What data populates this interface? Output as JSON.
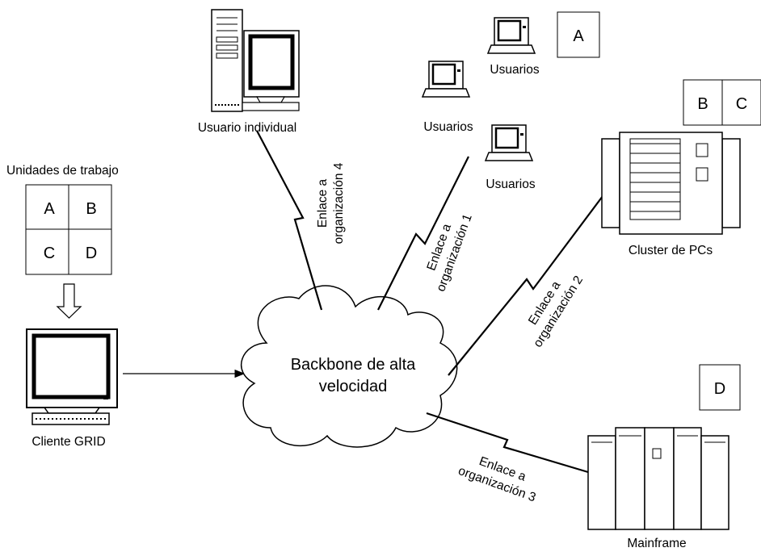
{
  "work_units": {
    "title": "Unidades de trabajo",
    "cells": [
      "A",
      "B",
      "C",
      "D"
    ]
  },
  "nodes": {
    "grid_client": "Cliente GRID",
    "individual_user": "Usuario individual",
    "users_1": "Usuarios",
    "users_2": "Usuarios",
    "users_3": "Usuarios",
    "cluster": "Cluster de PCs",
    "mainframe": "Mainframe"
  },
  "backbone": {
    "line1": "Backbone de alta",
    "line2": "velocidad"
  },
  "links": {
    "org1": {
      "line1": "Enlace a",
      "line2": "organización 1"
    },
    "org2": {
      "line1": "Enlace a",
      "line2": "organización 2"
    },
    "org3": {
      "line1": "Enlace a",
      "line2": "organización 3"
    },
    "org4": {
      "line1": "Enlace a",
      "line2": "organización 4"
    }
  },
  "assigned": {
    "users": [
      "A"
    ],
    "cluster": [
      "B",
      "C"
    ],
    "mainframe": [
      "D"
    ]
  }
}
